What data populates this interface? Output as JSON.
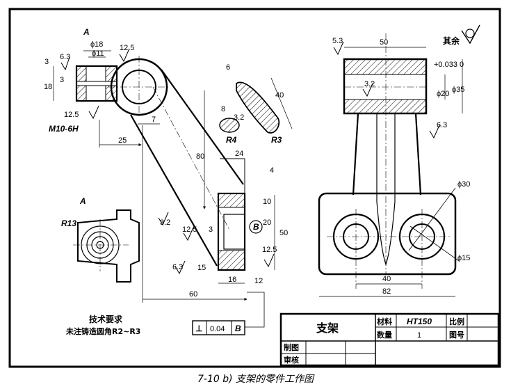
{
  "caption": "7-10 b) 支架的零件工作图",
  "view_label_A": "A",
  "view_label_A2": "A",
  "surface_note": "其余",
  "tech_title": "技术要求",
  "tech_text": "未注铸造圆角R2~R3",
  "tolerance": {
    "symbol": "⊥",
    "value": "0.04",
    "datum": "B"
  },
  "datum_B": "B",
  "title_block": {
    "part_name": "支架",
    "material_label": "材料",
    "material_value": "HT150",
    "scale_label": "比例",
    "qty_label": "数量",
    "qty_value": "1",
    "drawing_no_label": "图号",
    "drawn_label": "制图",
    "checked_label": "审核"
  },
  "dims": {
    "d18": "ϕ18",
    "d11": "ϕ11",
    "r63": "6.3",
    "r125a": "12.5",
    "n3": "3",
    "n18": "18",
    "n3b": "3",
    "r125b": "12.5",
    "m10": "M10-6H",
    "n25": "25",
    "n7": "7",
    "n80": "80",
    "n24": "24",
    "n4": "4",
    "n10": "10",
    "n20": "20",
    "n50": "50",
    "n3c": "3",
    "r32": "3.2",
    "r125c": "12.5",
    "r125d": "12.5",
    "r63b": "6.3",
    "n15": "15",
    "n16": "16",
    "n12": "12",
    "n60": "60",
    "r13": "R13",
    "n6": "6",
    "n40": "40",
    "r4": "R4",
    "r3": "R3",
    "n8": "8",
    "r32b": "3.2",
    "t50": "50",
    "t53": "5.3",
    "t32": "3.2",
    "d20": "ϕ20",
    "tol": "+0.033 0",
    "d35": "ϕ35",
    "t63": "6.3",
    "d30": "ϕ30",
    "d15": "ϕ15",
    "t40": "40",
    "t82": "82"
  }
}
